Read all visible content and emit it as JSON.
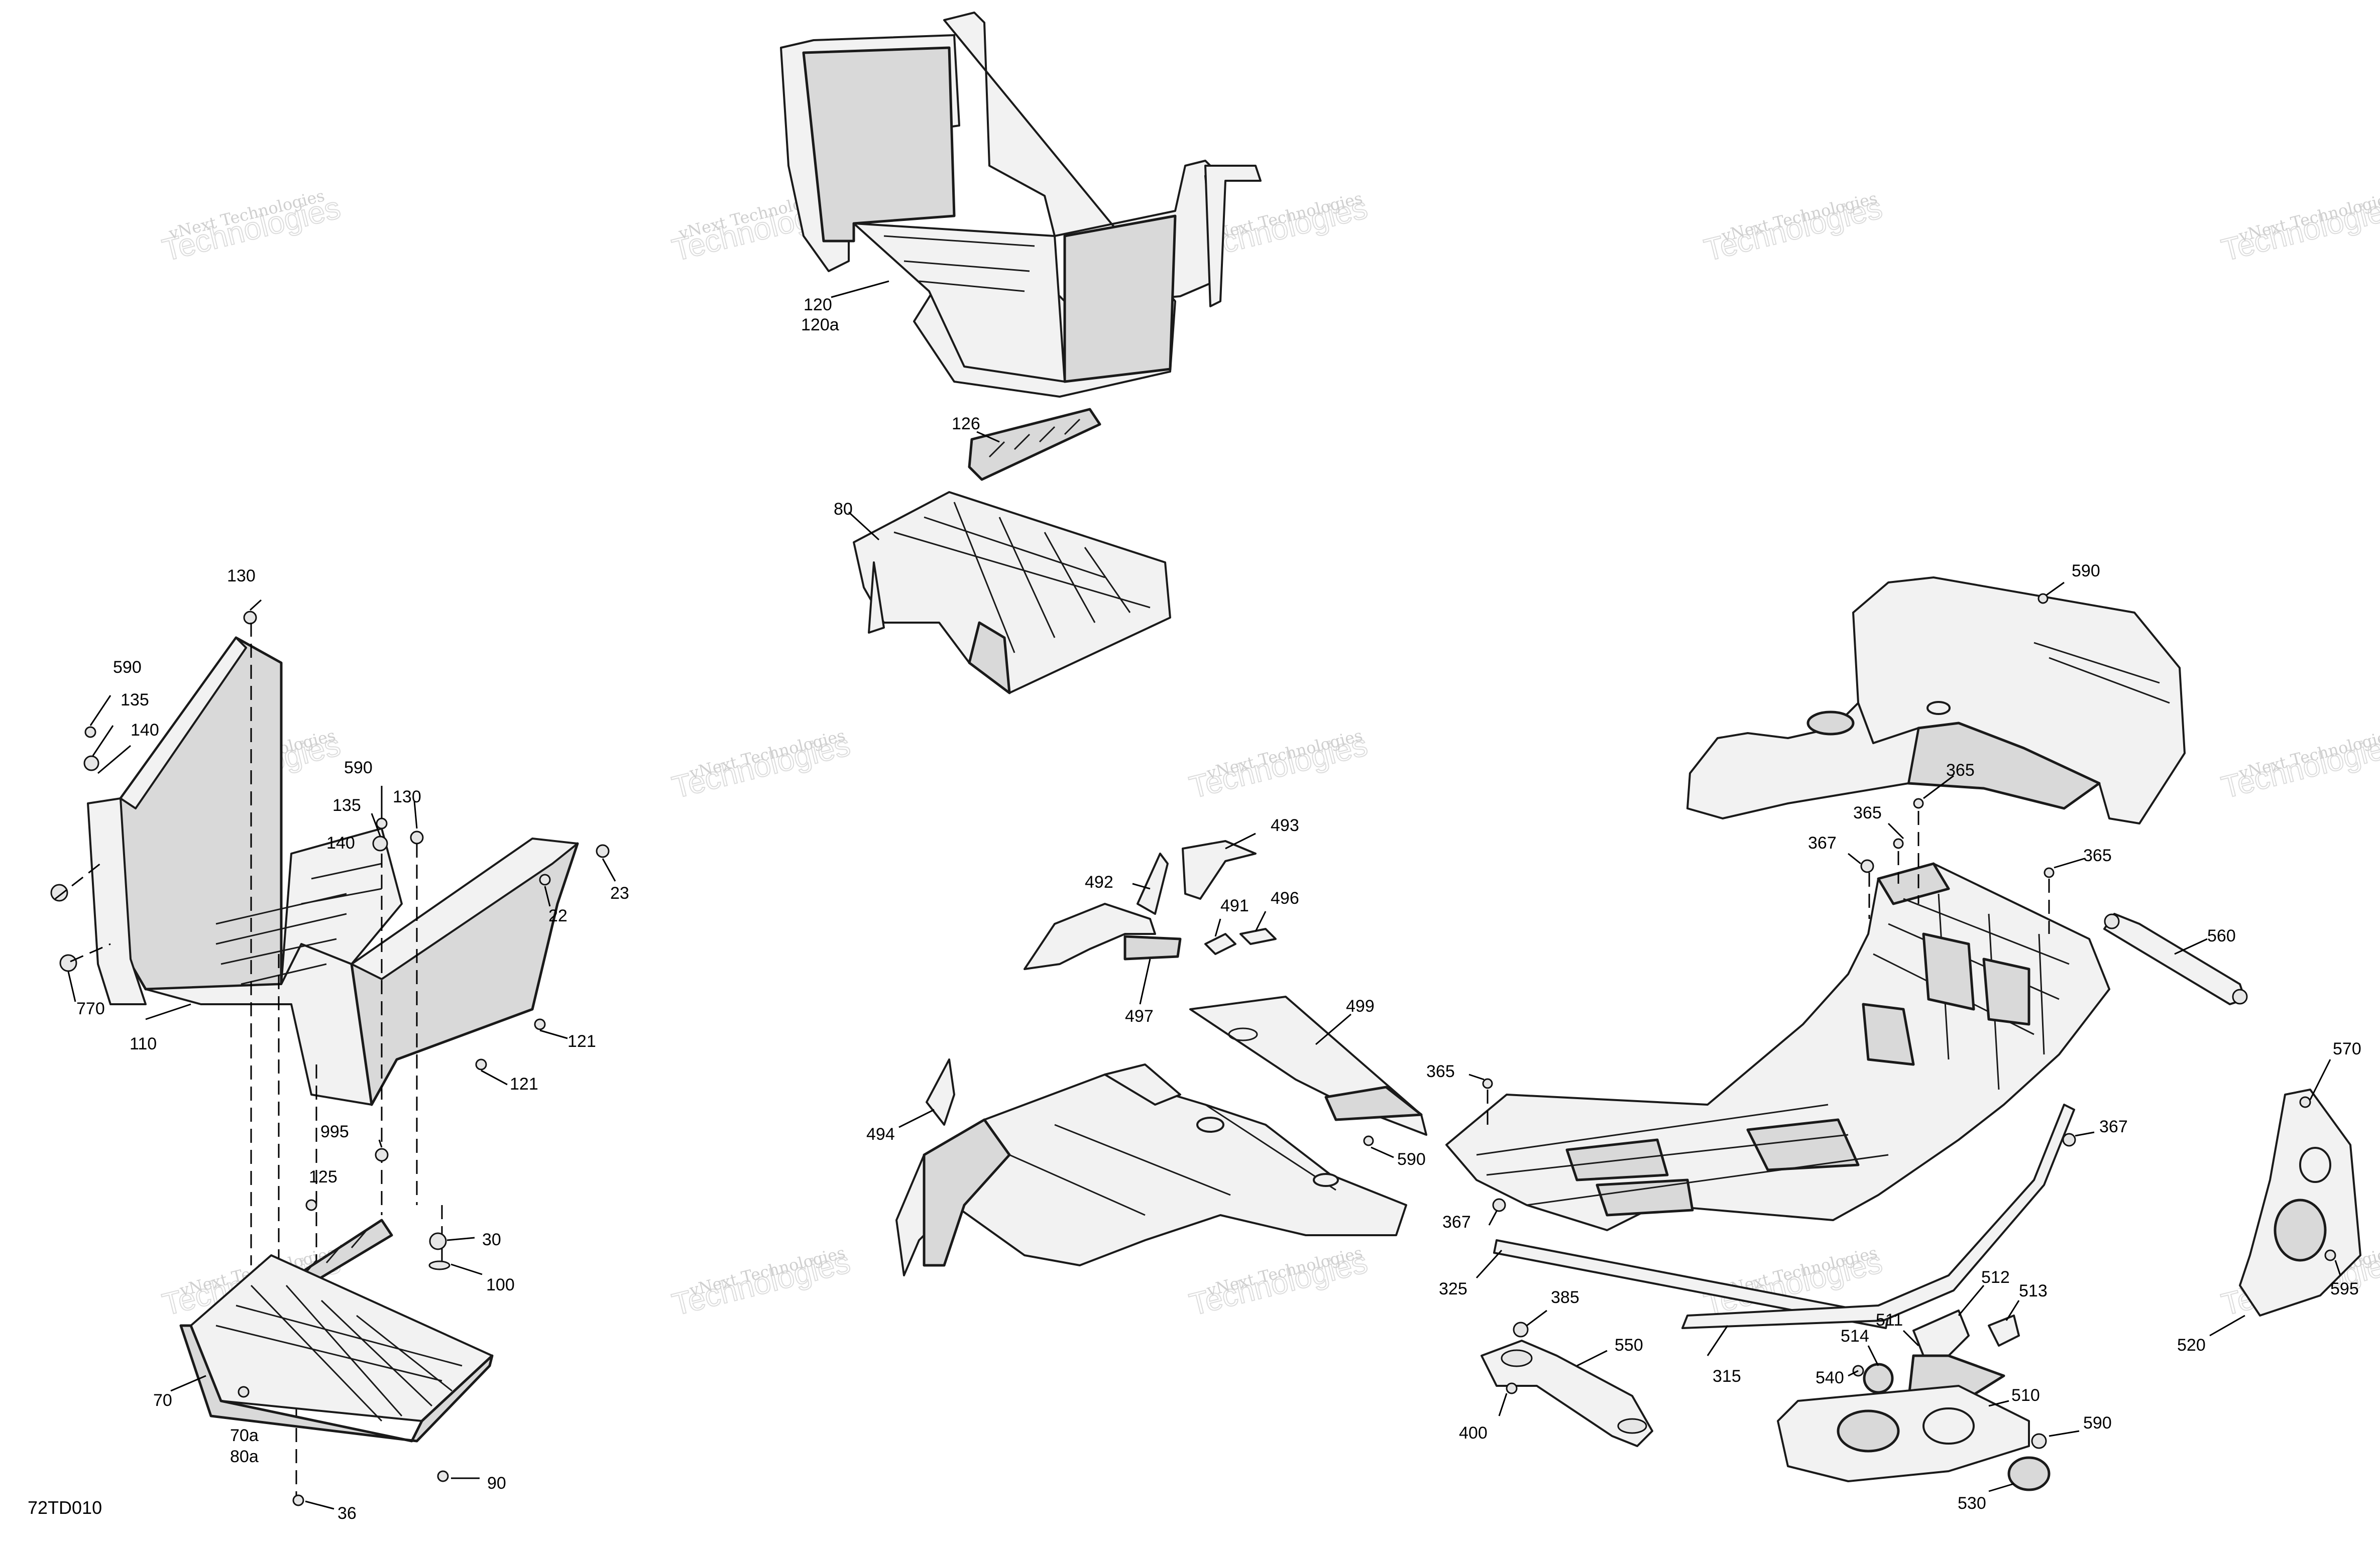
{
  "diagram_id": "72TD010",
  "watermark": {
    "line1": "vNext Technologies",
    "line2": "Technologies"
  },
  "callouts": {
    "c120": "120",
    "c120a": "120a",
    "c126": "126",
    "c80": "80",
    "c130a": "130",
    "c590a": "590",
    "c135a": "135",
    "c140a": "140",
    "c590b": "590",
    "c135b": "135",
    "c130b": "130",
    "c140b": "140",
    "c23": "23",
    "c22": "22",
    "c770": "770",
    "c110": "110",
    "c121a": "121",
    "c121b": "121",
    "c995": "995",
    "c125": "125",
    "c30": "30",
    "c100": "100",
    "c70": "70",
    "c70a": "70a",
    "c80a": "80a",
    "c90": "90",
    "c36": "36",
    "c493": "493",
    "c492": "492",
    "c491": "491",
    "c496": "496",
    "c497": "497",
    "c499": "499",
    "c494": "494",
    "c590c": "590",
    "c590d": "590",
    "c365a": "365",
    "c365b": "365",
    "c367a": "367",
    "c365c": "365",
    "c560": "560",
    "c365d": "365",
    "c367b": "367",
    "c367c": "367",
    "c325": "325",
    "c385": "385",
    "c550": "550",
    "c400": "400",
    "c315": "315",
    "c512": "512",
    "c513": "513",
    "c511": "511",
    "c514": "514",
    "c540": "540",
    "c510": "510",
    "c590e": "590",
    "c530": "530",
    "c570": "570",
    "c595": "595",
    "c520": "520"
  }
}
